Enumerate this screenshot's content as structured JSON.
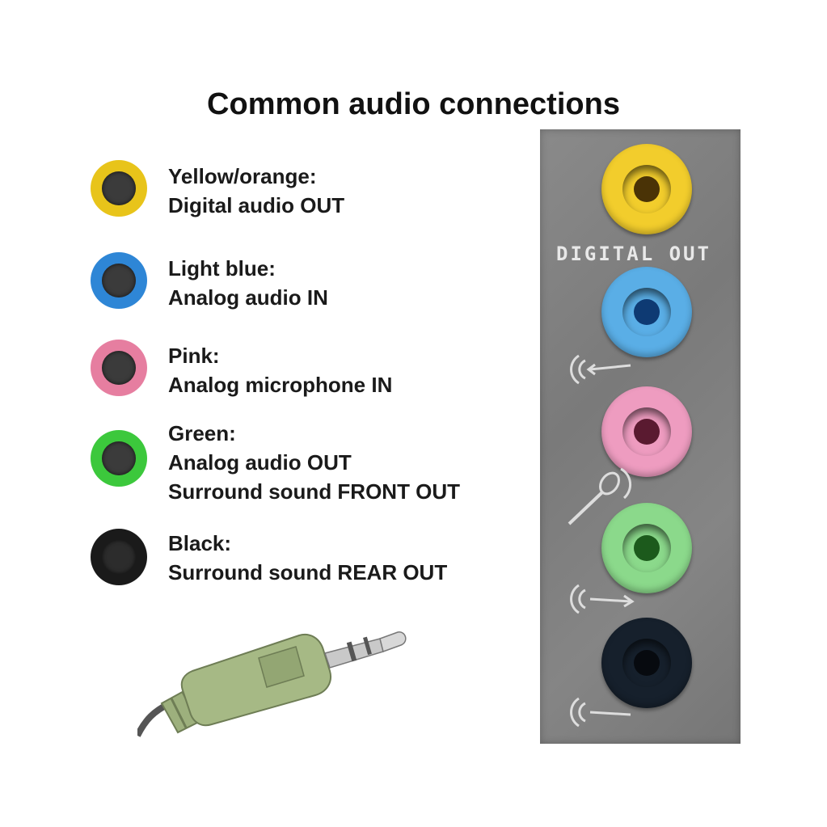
{
  "title": "Common audio connections",
  "legend": [
    {
      "color": "#e8c41a",
      "line1": "Yellow/orange:",
      "line2": "Digital audio OUT",
      "line3": ""
    },
    {
      "color": "#2e86d6",
      "line1": "Light blue:",
      "line2": "Analog audio IN",
      "line3": ""
    },
    {
      "color": "#e67ea0",
      "line1": "Pink:",
      "line2": "Analog microphone IN",
      "line3": ""
    },
    {
      "color": "#3cc83c",
      "line1": "Green:",
      "line2": "Analog audio OUT",
      "line3": "Surround sound FRONT OUT"
    },
    {
      "color": "#1a1a1a",
      "line1": "Black:",
      "line2": "Surround sound REAR OUT",
      "line3": ""
    }
  ],
  "panel": {
    "digital_label": "DIGITAL OUT",
    "ports": [
      {
        "name": "yellow",
        "color": "#f2cd2c",
        "inner": "#4a3306"
      },
      {
        "name": "blue",
        "color": "#5aaee6",
        "inner": "#0e3a73"
      },
      {
        "name": "pink",
        "color": "#ee9cc0",
        "inner": "#5a1a30"
      },
      {
        "name": "green",
        "color": "#8bd98b",
        "inner": "#1c5a1c"
      },
      {
        "name": "black",
        "color": "#16202c",
        "inner": "#070a0f"
      }
    ]
  },
  "plug": {
    "color": "#9db07d"
  }
}
